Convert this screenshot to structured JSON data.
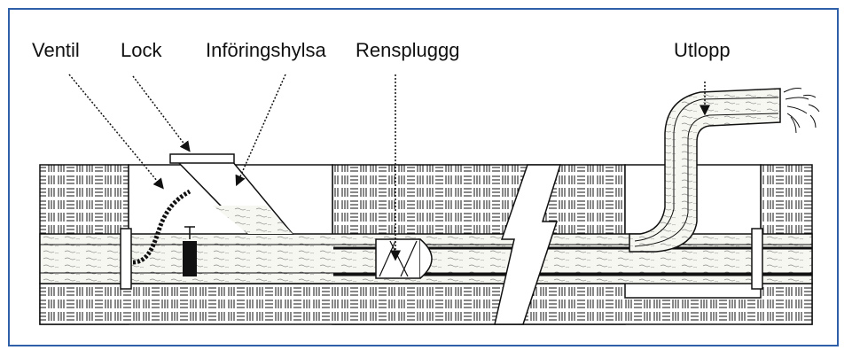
{
  "labels": {
    "ventil": "Ventil",
    "lock": "Lock",
    "inforingshylsa": "Införingshylsa",
    "renspluggg": "Renspluggg",
    "utlopp": "Utlopp"
  },
  "colors": {
    "border": "#2f5fa8",
    "ink": "#111111",
    "fill": "#f7f7f2"
  }
}
